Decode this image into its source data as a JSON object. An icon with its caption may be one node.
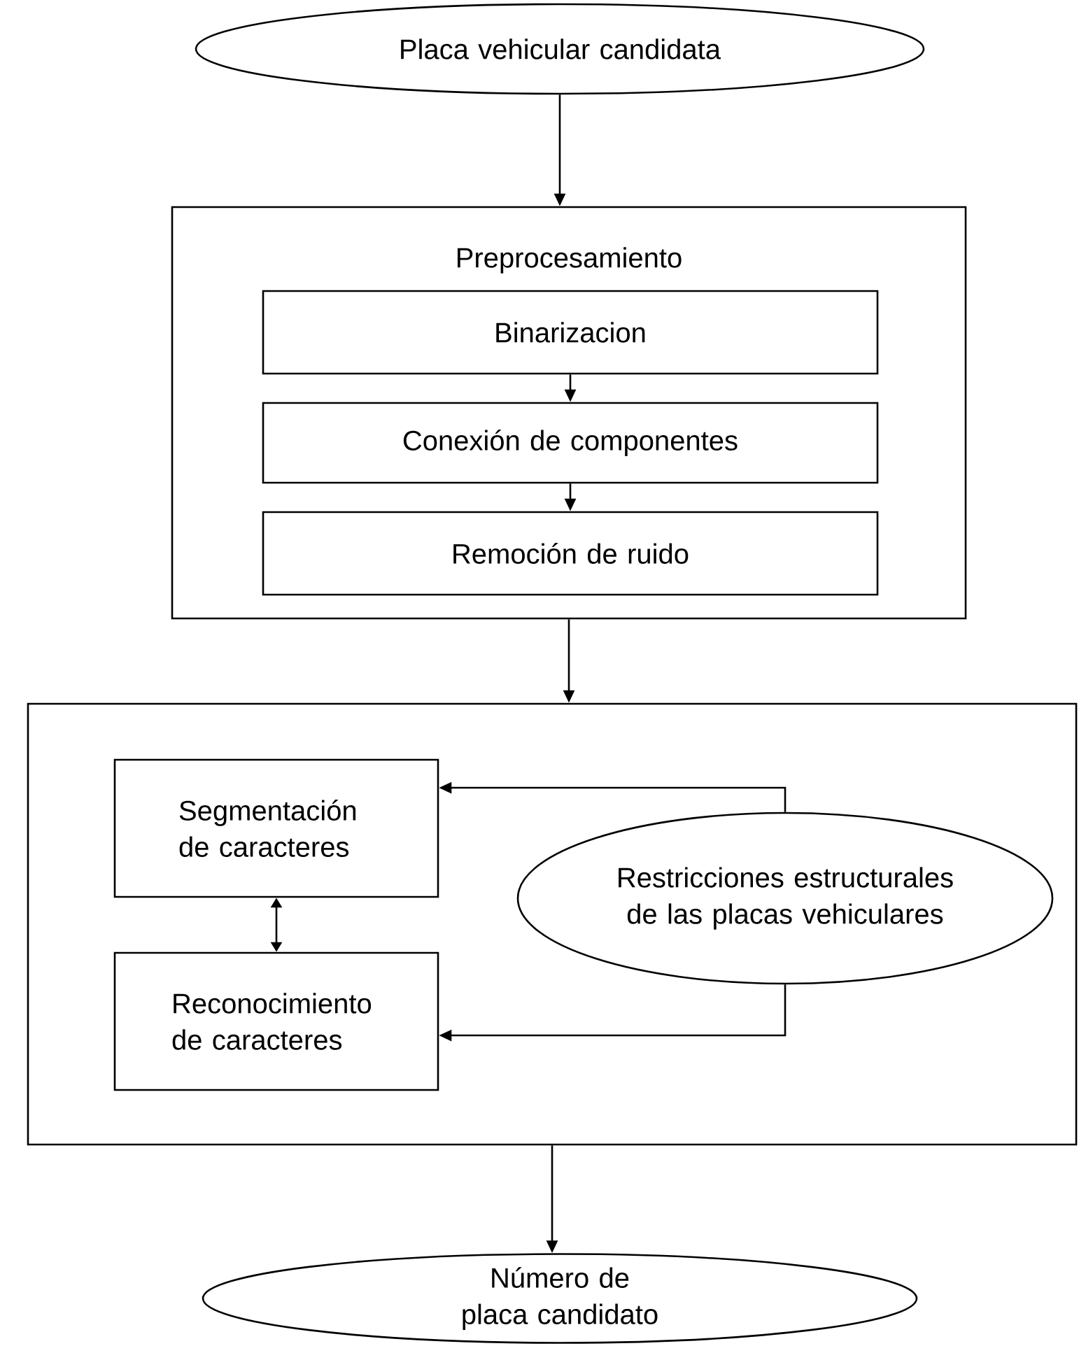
{
  "diagram": {
    "nodes": [
      {
        "text": [
          "Placa vehicular candidata"
        ]
      },
      {
        "text": [
          "Preprocesamiento"
        ]
      },
      {
        "text": [
          "Binarizacion"
        ],
        "in": 1
      },
      {
        "text": [
          "Conexión de componentes"
        ],
        "in": 1
      },
      {
        "text": [
          "Remoción de ruido"
        ],
        "in": 1
      },
      {
        "text": [],
        "shape": "box"
      },
      {
        "text": [
          "Segmentación de caracteres"
        ],
        "in": 5
      },
      {
        "text": [
          "Reconocimiento de caracteres"
        ],
        "in": 5
      },
      {
        "text": [
          "Restricciones estructurales de las placas vehiculares"
        ],
        "in": 5
      },
      {
        "text": [
          "Número de placa candidato"
        ]
      }
    ],
    "edges": [
      {
        "from": 0,
        "to": 1,
        "arrow": "to"
      },
      {
        "from": 2,
        "to": 3,
        "arrow": "to"
      },
      {
        "from": 3,
        "to": 4,
        "arrow": "to"
      },
      {
        "from": 1,
        "to": 5,
        "arrow": "to"
      },
      {
        "from": 6,
        "to": 7,
        "arrow": "both"
      },
      {
        "from": 8,
        "to": 6,
        "arrow": "to"
      },
      {
        "from": 8,
        "to": 7,
        "arrow": "to"
      },
      {
        "from": 5,
        "to": 9,
        "arrow": "to"
      }
    ]
  }
}
